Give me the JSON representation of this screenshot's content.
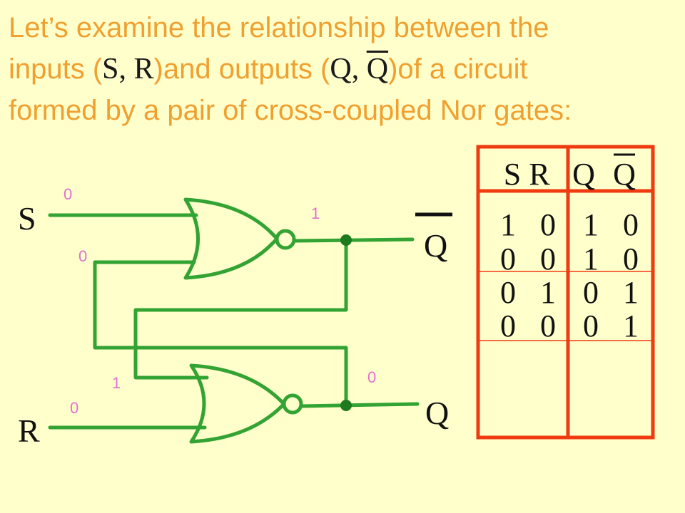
{
  "heading": {
    "line1": "Let’s examine the relationship between the",
    "line2_a": "inputs (",
    "line2_s": "S",
    "line2_comma1": ", ",
    "line2_r": "R",
    "line2_b": ")and outputs (",
    "line2_q": "Q",
    "line2_comma2": ", ",
    "line2_qbar": "Q",
    "line2_c": ")of  a circuit",
    "line3": "formed by a pair of cross-coupled Nor gates:"
  },
  "circuit": {
    "input_s": "S",
    "input_r": "R",
    "output_qbar": "Q",
    "output_q": "Q",
    "signals": {
      "s_in": "0",
      "top_feedback_in": "0",
      "top_out": "1",
      "bottom_feedback_in": "1",
      "r_in": "0",
      "bottom_out": "0"
    },
    "colors": {
      "wire": "#33A333",
      "dot": "#1E7A1E",
      "signal": "#E070D0"
    }
  },
  "truth_table": {
    "headers": [
      "S",
      "R",
      "Q",
      "Q"
    ],
    "overlined_header_index": 3,
    "rows": [
      [
        "1",
        "0",
        "1",
        "0"
      ],
      [
        "0",
        "0",
        "1",
        "0"
      ],
      [
        "0",
        "1",
        "0",
        "1"
      ],
      [
        "0",
        "0",
        "0",
        "1"
      ]
    ],
    "border_color": "#F03A10"
  }
}
